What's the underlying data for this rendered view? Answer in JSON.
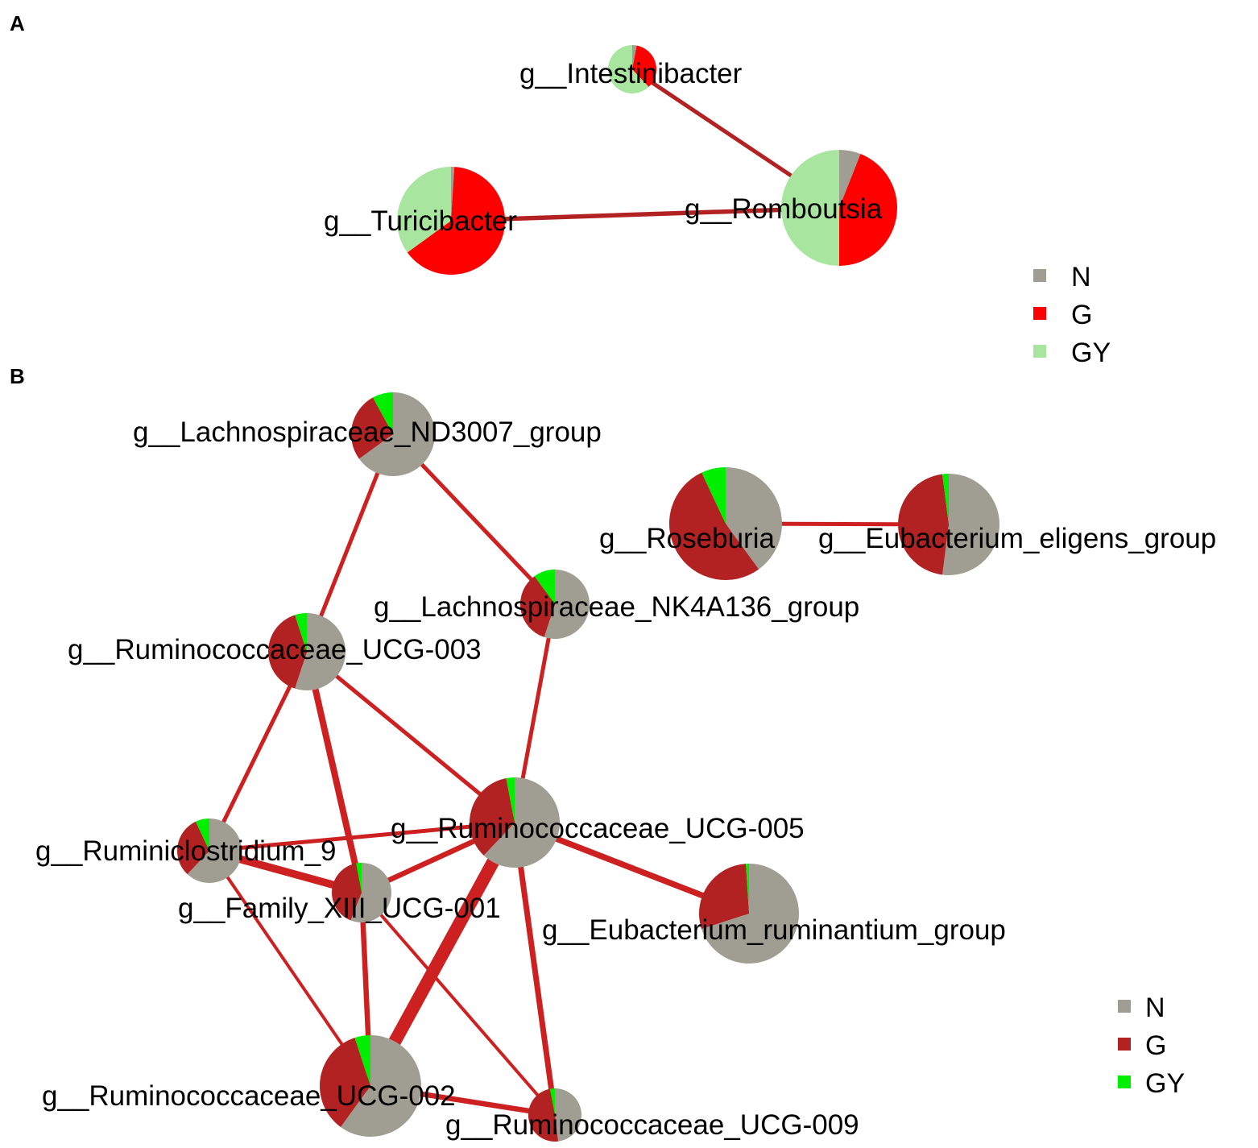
{
  "panels": [
    {
      "id": "A",
      "label": "A",
      "legend": [
        {
          "key": "N",
          "label": "N",
          "color": "#a09e92"
        },
        {
          "key": "G",
          "label": "G",
          "color": "#ff0000"
        },
        {
          "key": "GY",
          "label": "GY",
          "color": "#a8e6a0"
        }
      ],
      "edge_color": "#b22222",
      "nodes": [
        {
          "id": "intestinibacter",
          "label": "g__Intestinibacter",
          "shares": {
            "N": 0.03,
            "G": 0.35,
            "GY": 0.62
          }
        },
        {
          "id": "turicibacter",
          "label": "g__Turicibacter",
          "shares": {
            "N": 0.01,
            "G": 0.64,
            "GY": 0.35
          }
        },
        {
          "id": "romboutsia",
          "label": "g__Romboutsia",
          "shares": {
            "N": 0.06,
            "G": 0.44,
            "GY": 0.5
          }
        }
      ],
      "edges": [
        {
          "source": "intestinibacter",
          "target": "romboutsia",
          "weight": 1.0
        },
        {
          "source": "turicibacter",
          "target": "romboutsia",
          "weight": 1.1
        }
      ]
    },
    {
      "id": "B",
      "label": "B",
      "legend": [
        {
          "key": "N",
          "label": "N",
          "color": "#a09e92"
        },
        {
          "key": "G",
          "label": "G",
          "color": "#b22222"
        },
        {
          "key": "GY",
          "label": "GY",
          "color": "#00ee00"
        }
      ],
      "edge_color": "#cd2020",
      "nodes": [
        {
          "id": "lach_nd3007",
          "label": "g__Lachnospiraceae_ND3007_group",
          "shares": {
            "N": 0.65,
            "G": 0.27,
            "GY": 0.08
          }
        },
        {
          "id": "roseburia",
          "label": "g__Roseburia",
          "shares": {
            "N": 0.4,
            "G": 0.53,
            "GY": 0.07
          }
        },
        {
          "id": "eub_eligens",
          "label": "g__Eubacterium_eligens_group",
          "shares": {
            "N": 0.52,
            "G": 0.46,
            "GY": 0.02
          }
        },
        {
          "id": "lach_nk4a136",
          "label": "g__Lachnospiraceae_NK4A136_group",
          "shares": {
            "N": 0.55,
            "G": 0.35,
            "GY": 0.1
          }
        },
        {
          "id": "rum_003",
          "label": "g__Ruminococcaceae_UCG-003",
          "shares": {
            "N": 0.55,
            "G": 0.4,
            "GY": 0.05
          }
        },
        {
          "id": "rum_005",
          "label": "g__Ruminococcaceae_UCG-005",
          "shares": {
            "N": 0.62,
            "G": 0.35,
            "GY": 0.03
          }
        },
        {
          "id": "rclos_9",
          "label": "g__Ruminiclostridium_9",
          "shares": {
            "N": 0.62,
            "G": 0.31,
            "GY": 0.07
          }
        },
        {
          "id": "fam_xiii",
          "label": "g__Family_XIII_UCG-001",
          "shares": {
            "N": 0.56,
            "G": 0.41,
            "GY": 0.03
          }
        },
        {
          "id": "eub_rum",
          "label": "g__Eubacterium_ruminantium_group",
          "shares": {
            "N": 0.7,
            "G": 0.29,
            "GY": 0.01
          }
        },
        {
          "id": "rum_002",
          "label": "g__Ruminococcaceae_UCG-002",
          "shares": {
            "N": 0.6,
            "G": 0.35,
            "GY": 0.05
          }
        },
        {
          "id": "rum_009",
          "label": "g__Ruminococcaceae_UCG-009",
          "shares": {
            "N": 0.48,
            "G": 0.49,
            "GY": 0.03
          }
        }
      ],
      "edges": [
        {
          "source": "lach_nd3007",
          "target": "rum_003",
          "weight": 1.0
        },
        {
          "source": "lach_nd3007",
          "target": "lach_nk4a136",
          "weight": 1.0
        },
        {
          "source": "roseburia",
          "target": "eub_eligens",
          "weight": 1.0
        },
        {
          "source": "lach_nk4a136",
          "target": "rum_005",
          "weight": 1.0
        },
        {
          "source": "rum_003",
          "target": "rclos_9",
          "weight": 1.0
        },
        {
          "source": "rum_003",
          "target": "fam_xiii",
          "weight": 1.6
        },
        {
          "source": "rum_003",
          "target": "rum_005",
          "weight": 1.0
        },
        {
          "source": "rclos_9",
          "target": "rum_005",
          "weight": 1.0
        },
        {
          "source": "rclos_9",
          "target": "fam_xiii",
          "weight": 1.9
        },
        {
          "source": "rclos_9",
          "target": "rum_002",
          "weight": 0.8
        },
        {
          "source": "fam_xiii",
          "target": "rum_005",
          "weight": 1.3
        },
        {
          "source": "fam_xiii",
          "target": "rum_002",
          "weight": 1.3
        },
        {
          "source": "fam_xiii",
          "target": "rum_009",
          "weight": 0.8
        },
        {
          "source": "rum_005",
          "target": "eub_rum",
          "weight": 1.5
        },
        {
          "source": "rum_005",
          "target": "rum_002",
          "weight": 3.2
        },
        {
          "source": "rum_005",
          "target": "rum_009",
          "weight": 1.4
        },
        {
          "source": "rum_002",
          "target": "rum_009",
          "weight": 1.3
        }
      ]
    }
  ]
}
